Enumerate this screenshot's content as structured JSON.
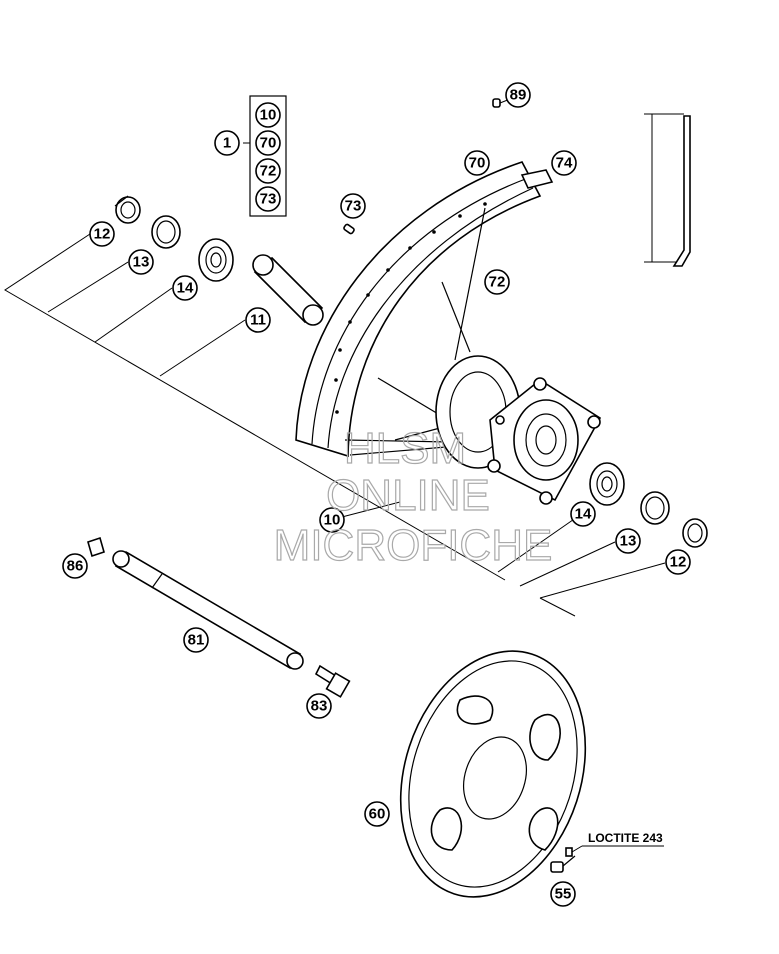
{
  "callouts": {
    "c1": "1",
    "kit_10": "10",
    "kit_70": "70",
    "kit_72": "72",
    "kit_73": "73",
    "rim_70": "70",
    "tape_74": "74",
    "nipple_73": "73",
    "spokes_72": "72",
    "cap_89": "89",
    "left_12": "12",
    "left_13": "13",
    "left_14": "14",
    "left_11": "11",
    "hub_10": "10",
    "right_14": "14",
    "right_13": "13",
    "right_12": "12",
    "cap_86": "86",
    "axle_81": "81",
    "bolt_83": "83",
    "disc_60": "60",
    "screw_55": "55"
  },
  "note": {
    "loctite": "LOCTITE 243"
  },
  "watermark": {
    "line1": "HLSM",
    "line2": "ONLINE",
    "line3": "MICROFICHE"
  }
}
